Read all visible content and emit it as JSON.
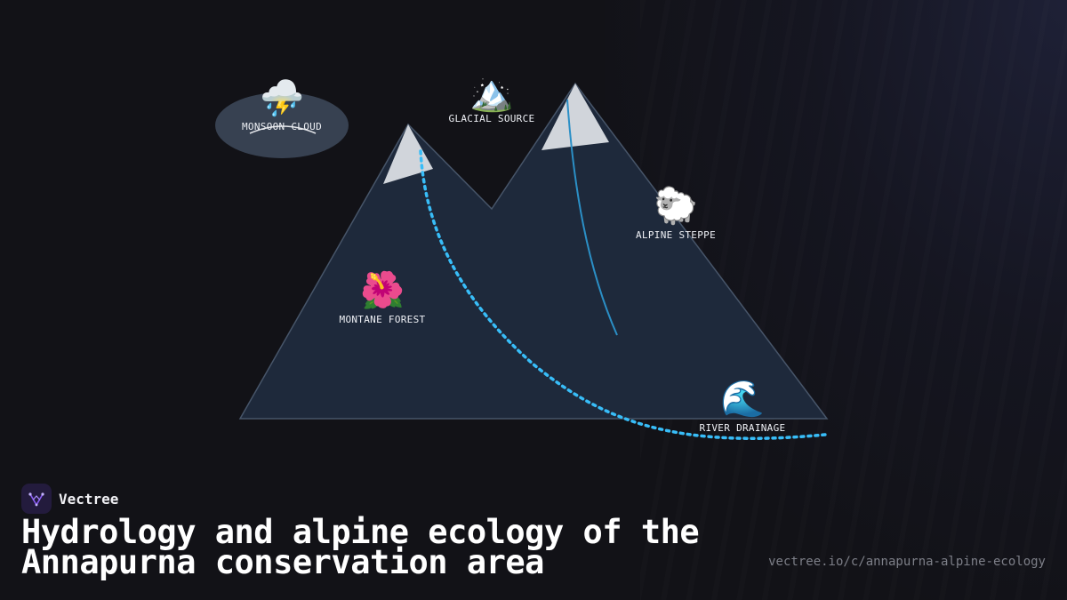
{
  "diagram": {
    "nodes": [
      {
        "id": "monsoon",
        "emoji": "⛈️",
        "label": "MONSOON CLOUD",
        "icon": "storm-cloud-icon"
      },
      {
        "id": "glacial",
        "emoji": "🏔️",
        "label": "GLACIAL SOURCE",
        "icon": "snow-mountain-icon"
      },
      {
        "id": "steppe",
        "emoji": "🐑",
        "label": "ALPINE STEPPE",
        "icon": "sheep-icon"
      },
      {
        "id": "forest",
        "emoji": "🌺",
        "label": "MONTANE FOREST",
        "icon": "hibiscus-icon"
      },
      {
        "id": "river",
        "emoji": "🌊",
        "label": "RIVER DRAINAGE",
        "icon": "wave-icon"
      }
    ],
    "colors": {
      "mountain_fill": "#1e293b",
      "mountain_stroke": "#475569",
      "snow": "#d1d5db",
      "cloud": "#374151",
      "dotted_flow": "#38bdf8",
      "glacier_stream": "#2b8fc6"
    }
  },
  "brand": {
    "name": "Vectree"
  },
  "title": "Hydrology and alpine ecology of the Annapurna conservation area",
  "url": "vectree.io/c/annapurna-alpine-ecology"
}
